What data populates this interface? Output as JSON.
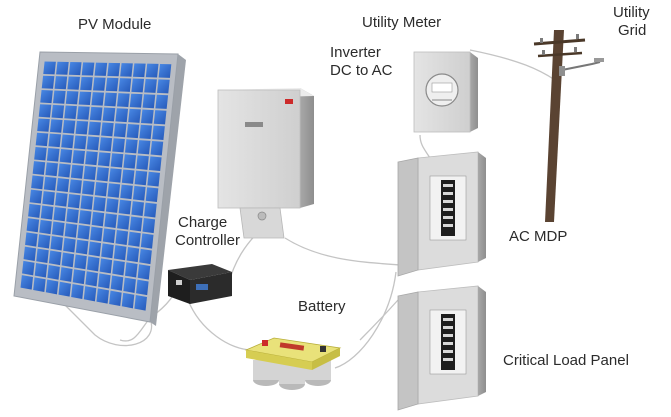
{
  "labels": {
    "pv_module": "PV Module",
    "inverter_line1": "Inverter",
    "inverter_line2": "DC to AC",
    "utility_meter": "Utility Meter",
    "utility_grid_line1": "Utility",
    "utility_grid_line2": "Grid",
    "charge_controller_line1": "Charge",
    "charge_controller_line2": "Controller",
    "ac_mdp": "AC MDP",
    "battery": "Battery",
    "critical_load_panel": "Critical Load Panel"
  },
  "colors": {
    "pv_cell": "#2f6fd0",
    "pv_frame": "#b9bdc4",
    "device_gray": "#d6d6d6",
    "wire": "#c4c4c4",
    "battery_top": "#e9e27a",
    "pole": "#5a4332",
    "indicator_red": "#cc2a2a"
  },
  "icons": [
    "pv-module",
    "inverter",
    "utility-meter",
    "utility-pole",
    "charge-controller",
    "battery",
    "ac-mdp-panel",
    "critical-load-panel"
  ]
}
